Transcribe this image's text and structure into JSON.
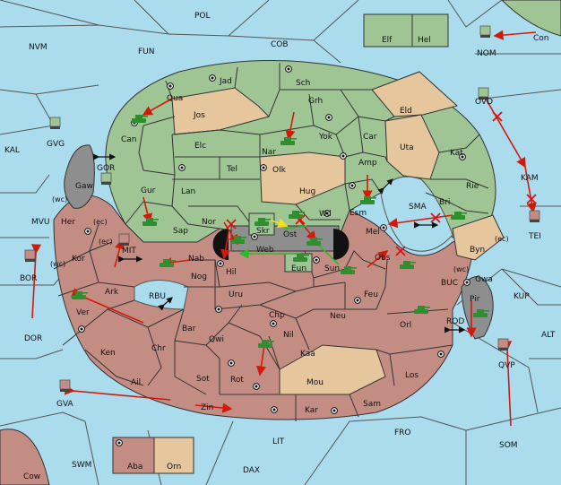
{
  "colors": {
    "sea": "#aadcee",
    "player_green": "#9fc595",
    "player_red": "#c48d84",
    "neutral": "#e6c69d",
    "impassable": "#8e8e8e",
    "unit": "#2e8f2e",
    "move_order": "#d21a0a",
    "support_yellow": "#f0e020",
    "support_green": "#2eb82e"
  },
  "icons": {
    "supply_center": "bullseye-icon",
    "fleet": "flag-icon",
    "army": "tank-icon",
    "canal": "double-arrow-icon",
    "failed_order": "x-mark-icon"
  },
  "labels": {
    "POL": "POL",
    "NVM": "NVM",
    "FUN": "FUN",
    "COB": "COB",
    "Con": "Con",
    "NOM": "NOM",
    "Elf": "Elf",
    "Hel": "Hel",
    "Jad": "Jad",
    "Sch": "Sch",
    "Qua": "Qua",
    "Jos": "Jos",
    "Grh": "Grh",
    "Eld": "Eld",
    "OVD": "OVD",
    "Can": "Can",
    "Nar": "Nar",
    "Yok": "Yok",
    "Car": "Car",
    "Uta": "Uta",
    "Kat": "Kat",
    "GVG": "GVG",
    "KAL": "KAL",
    "Elc": "Elc",
    "Olk": "Olk",
    "Amp": "Amp",
    "GOR": "GOR",
    "Tel": "Tel",
    "Gaw": "Gaw",
    "Gur": "Gur",
    "Lan": "Lan",
    "Hug": "Hug",
    "Rie": "Rie",
    "KAM": "KAM",
    "Esm": "Esm",
    "SMA": "SMA",
    "Bri": "Bri",
    "wc": "(wc)",
    "ec": "(ec)",
    "Wil": "Wil",
    "Her": "Her",
    "MVU": "MVU",
    "Nor": "Nor",
    "Skr": "Skr",
    "Sap": "Sap",
    "Web": "Web",
    "Ost": "Ost",
    "Mel": "Mel",
    "Byn": "Byn",
    "TEI": "TEI",
    "MIT": "MIT",
    "Kor": "Kor",
    "Nab": "Nab",
    "Eun": "Eun",
    "Sun": "Sun",
    "Obs": "Obs",
    "BOR": "BOR",
    "Hil": "Hil",
    "Gwa": "Gwa",
    "KUP": "KUP",
    "Ark": "Ark",
    "Nog": "Nog",
    "BUC": "BUC",
    "RBU": "RBU",
    "Uru": "Uru",
    "Feu": "Feu",
    "Pir": "Pir",
    "Ver": "Ver",
    "Chp": "Chp",
    "Neu": "Neu",
    "Orl": "Orl",
    "ROD": "ROD",
    "Bar": "Bar",
    "Qwi": "Qwi",
    "DOR": "DOR",
    "Nil": "Nil",
    "ALT": "ALT",
    "Ken": "Ken",
    "Chr": "Chr",
    "Kaa": "Kaa",
    "QVP": "QVP",
    "Sot": "Sot",
    "Rot": "Rot",
    "Los": "Los",
    "Ail": "Ail",
    "Mou": "Mou",
    "GVA": "GVA",
    "Zin": "Zin",
    "Kar": "Kar",
    "Sam": "Sam",
    "FRO": "FRO",
    "LIT": "LIT",
    "SOM": "SOM",
    "SWM": "SWM",
    "Aba": "Aba",
    "Orn": "Orn",
    "DAX": "DAX",
    "Cow": "Cow"
  }
}
